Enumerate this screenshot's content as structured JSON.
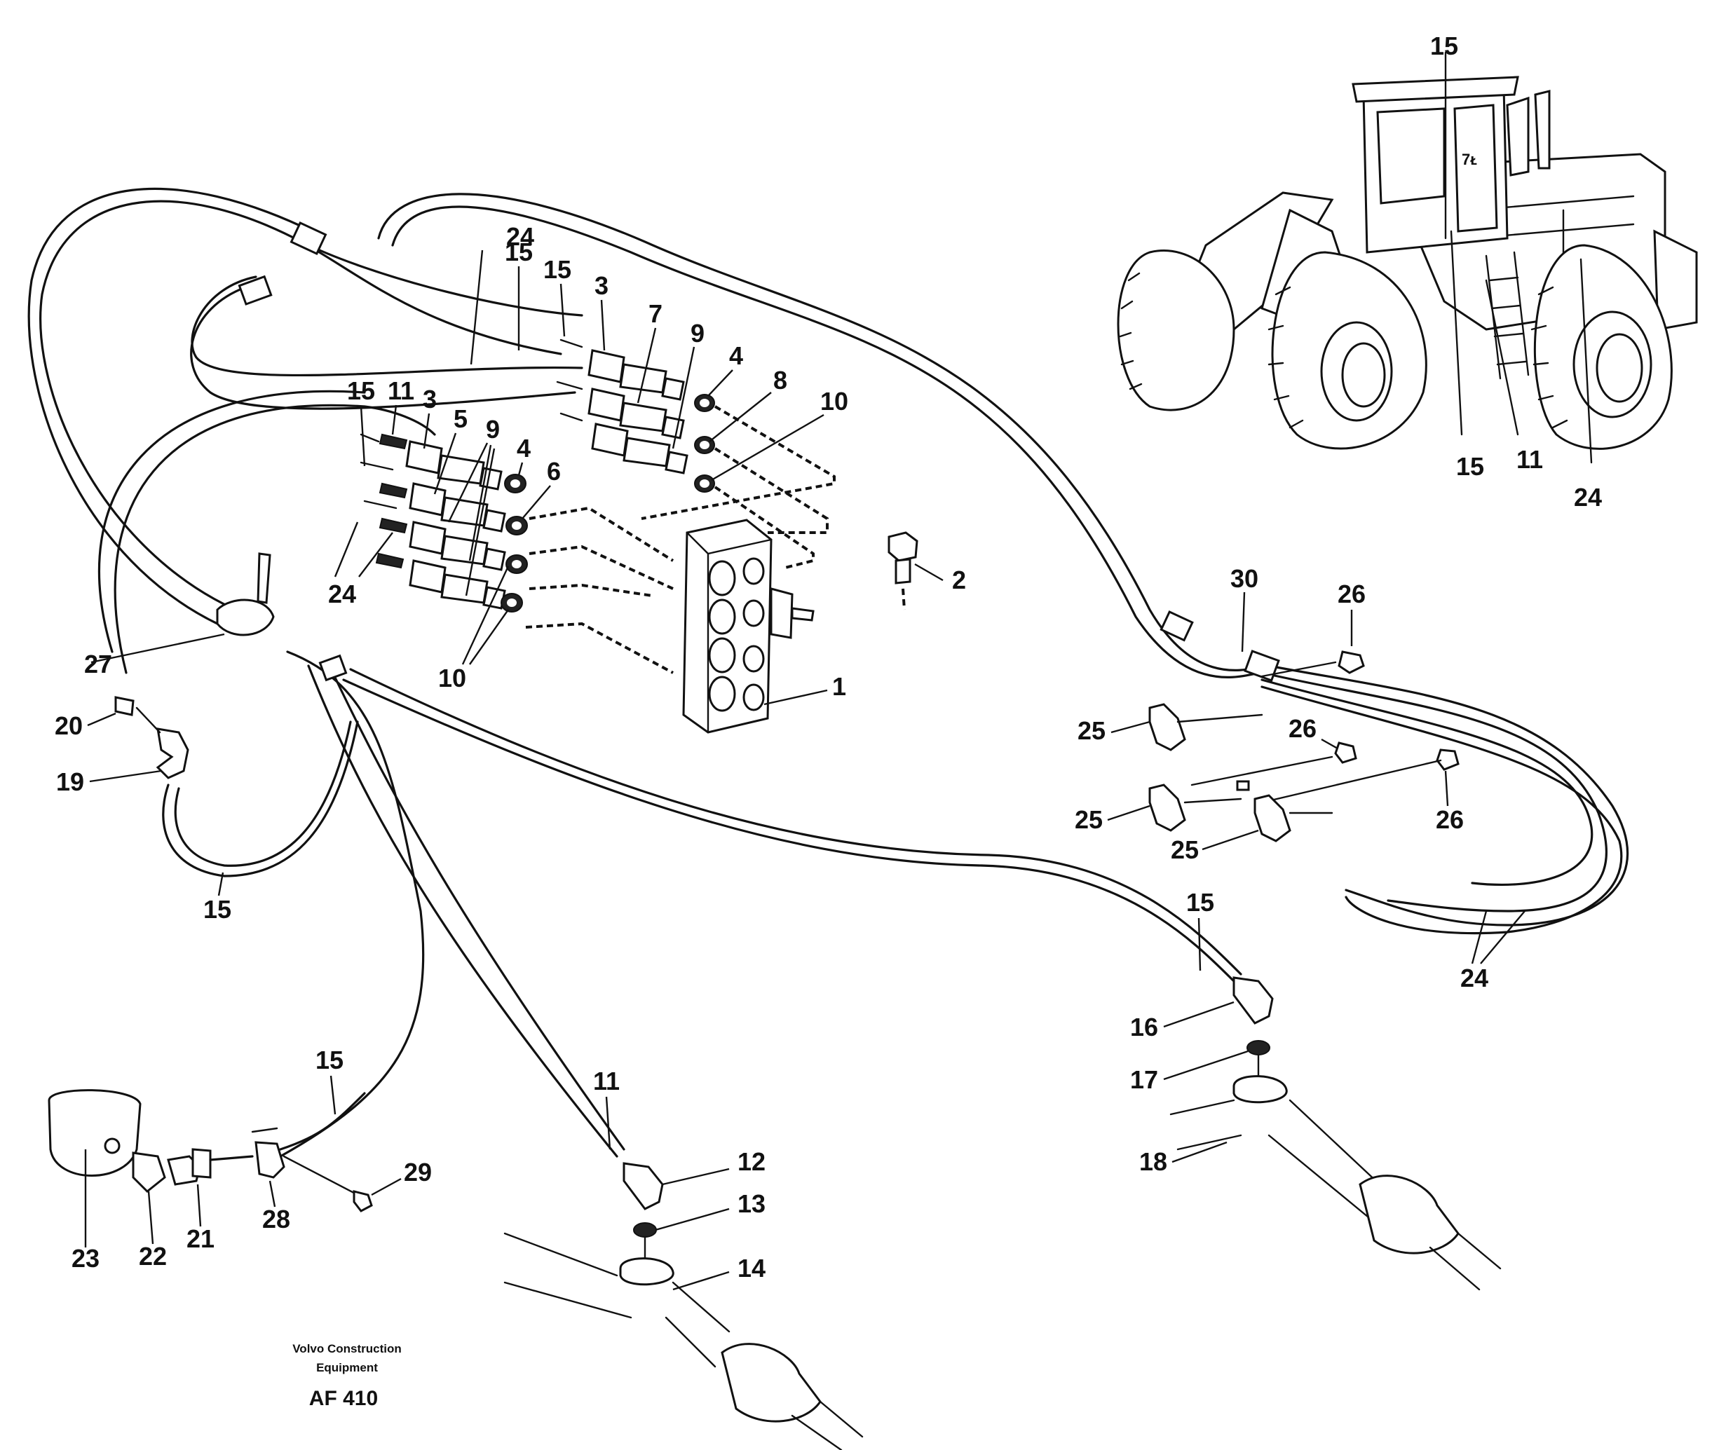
{
  "diagram": {
    "brand_line1": "Volvo Construction",
    "brand_line2": "Equipment",
    "drawing_code": "AF 410",
    "labels": [
      {
        "text": "15",
        "ref": "loader-hose"
      },
      {
        "text": "15",
        "ref": "loader-hose-lower"
      },
      {
        "text": "11",
        "ref": "loader-tube"
      },
      {
        "text": "24",
        "ref": "loader-hose-bundle"
      },
      {
        "text": "24",
        "ref": "hose-top"
      },
      {
        "text": "15",
        "ref": "hose-top-a"
      },
      {
        "text": "15",
        "ref": "hose-top-b"
      },
      {
        "text": "3",
        "ref": "nipple-upper"
      },
      {
        "text": "7",
        "ref": "fitting-upper"
      },
      {
        "text": "9",
        "ref": "fitting-upper-b"
      },
      {
        "text": "4",
        "ref": "washer-upper"
      },
      {
        "text": "8",
        "ref": "washer-upper-b"
      },
      {
        "text": "10",
        "ref": "washer-upper-c"
      },
      {
        "text": "15",
        "ref": "hose-mid"
      },
      {
        "text": "11",
        "ref": "tube-mid"
      },
      {
        "text": "3",
        "ref": "nipple-mid"
      },
      {
        "text": "5",
        "ref": "fitting-mid"
      },
      {
        "text": "9",
        "ref": "fitting-mid-b"
      },
      {
        "text": "4",
        "ref": "washer-mid"
      },
      {
        "text": "6",
        "ref": "washer-mid-b"
      },
      {
        "text": "2",
        "ref": "plug"
      },
      {
        "text": "24",
        "ref": "hose-pair"
      },
      {
        "text": "10",
        "ref": "washers-lower"
      },
      {
        "text": "1",
        "ref": "distribution-block"
      },
      {
        "text": "27",
        "ref": "clamp"
      },
      {
        "text": "20",
        "ref": "nipple-left"
      },
      {
        "text": "19",
        "ref": "elbow-left"
      },
      {
        "text": "15",
        "ref": "hose-left"
      },
      {
        "text": "30",
        "ref": "sleeve"
      },
      {
        "text": "26",
        "ref": "nut-a"
      },
      {
        "text": "25",
        "ref": "elbow-a"
      },
      {
        "text": "26",
        "ref": "nut-b"
      },
      {
        "text": "25",
        "ref": "elbow-b"
      },
      {
        "text": "26",
        "ref": "nut-c"
      },
      {
        "text": "25",
        "ref": "elbow-c"
      },
      {
        "text": "24",
        "ref": "hoses-right"
      },
      {
        "text": "15",
        "ref": "hose-right"
      },
      {
        "text": "16",
        "ref": "elbow-right"
      },
      {
        "text": "17",
        "ref": "washer-right"
      },
      {
        "text": "18",
        "ref": "cylinder-right"
      },
      {
        "text": "15",
        "ref": "hose-bottom"
      },
      {
        "text": "11",
        "ref": "tube-bottom"
      },
      {
        "text": "12",
        "ref": "elbow-bottom"
      },
      {
        "text": "13",
        "ref": "washer-bottom"
      },
      {
        "text": "14",
        "ref": "cylinder-bottom"
      },
      {
        "text": "29",
        "ref": "screw"
      },
      {
        "text": "28",
        "ref": "clip"
      },
      {
        "text": "21",
        "ref": "nipple-bottom"
      },
      {
        "text": "22",
        "ref": "elbow-tank"
      },
      {
        "text": "23",
        "ref": "tank"
      }
    ]
  }
}
